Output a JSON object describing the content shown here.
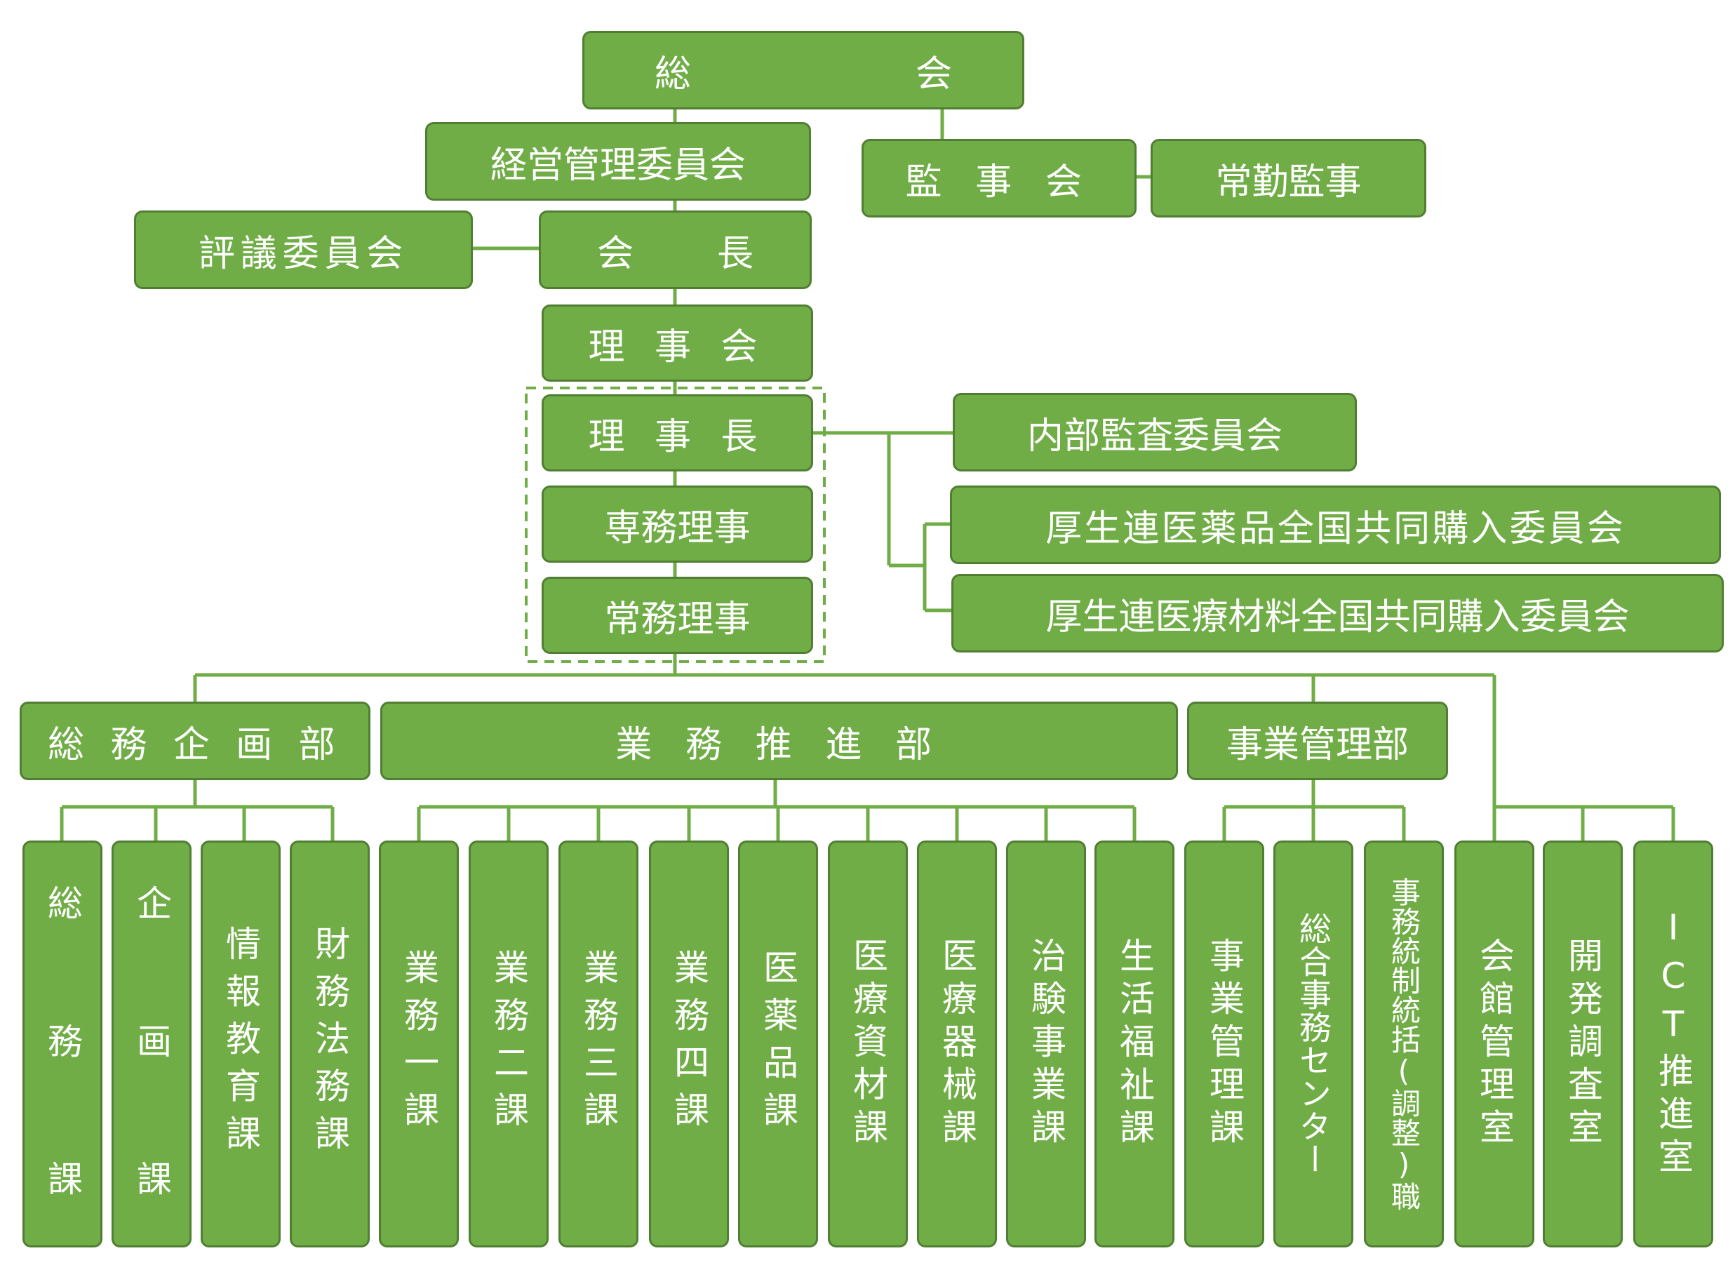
{
  "colors": {
    "fill": "#70ad47",
    "border": "#507e32",
    "text": "#ffffff",
    "line": "#70ad47"
  },
  "top": {
    "general_assembly": [
      "総",
      "会"
    ],
    "management_committee": "経営管理委員会",
    "auditors_board": "監 事 会",
    "fulltime_auditor": "常勤監事",
    "councillors": "評議委員会",
    "chairman": [
      "会",
      "長"
    ],
    "board": "理 事 会",
    "president": "理 事 長",
    "senior_managing": "専務理事",
    "managing": "常務理事",
    "internal_audit": "内部監査委員会",
    "pharma_purchase": "厚生連医薬品全国共同購入委員会",
    "material_purchase": "厚生連医療材料全国共同購入委員会"
  },
  "departments": {
    "general_planning": "総 務 企 画 部",
    "business_promotion": "業 務 推 進 部",
    "business_management": "事業管理部"
  },
  "sections": [
    {
      "id": "somu",
      "parts": [
        "総",
        "務",
        "課"
      ]
    },
    {
      "id": "kikaku",
      "parts": [
        "企",
        "画",
        "課"
      ]
    },
    {
      "id": "joho",
      "text": "情報教育課"
    },
    {
      "id": "zaimu",
      "text": "財務法務課"
    },
    {
      "id": "gyomu1",
      "text": "業務一課"
    },
    {
      "id": "gyomu2",
      "text": "業務二課"
    },
    {
      "id": "gyomu3",
      "text": "業務三課"
    },
    {
      "id": "gyomu4",
      "text": "業務四課"
    },
    {
      "id": "iyakuhin",
      "text": "医薬品課"
    },
    {
      "id": "iryo-shizai",
      "text": "医療資材課"
    },
    {
      "id": "iryo-kiki",
      "text": "医療器械課"
    },
    {
      "id": "chiken",
      "text": "治験事業課"
    },
    {
      "id": "seikatsu",
      "text": "生活福祉課"
    },
    {
      "id": "jigyo-kanri",
      "text": "事業管理課"
    },
    {
      "id": "sogo-center",
      "text": "総合事務センター"
    },
    {
      "id": "tokatsu",
      "text": "事務統制統括(調整)職"
    },
    {
      "id": "kaikan",
      "text": "会館管理室"
    },
    {
      "id": "kaihatsu",
      "text": "開発調査室"
    },
    {
      "id": "ict",
      "text": "ICT推進室"
    }
  ]
}
